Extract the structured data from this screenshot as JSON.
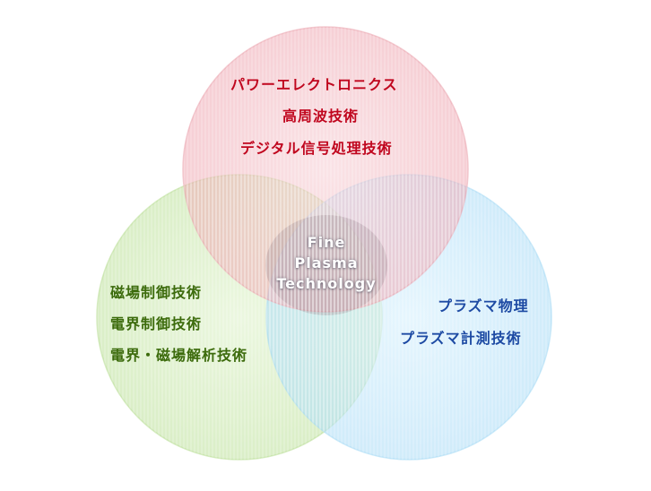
{
  "colors": {
    "red_circle": "#f2b8c0",
    "red_stroke": "#eaa0ab",
    "green_circle": "#cde9b2",
    "green_stroke": "#b6dc92",
    "blue_circle": "#bfe6fa",
    "blue_stroke": "#a2d8f4",
    "red_text": "#c0061e",
    "green_text": "#3c6b0c",
    "blue_text": "#1d4aa3",
    "center_text": "#ffffff"
  },
  "center": {
    "lines": [
      "Fine",
      "Plasma",
      "Technology"
    ]
  },
  "red": {
    "items": [
      "パワーエレクトロニクス",
      "高周波技術",
      "デジタル信号処理技術"
    ]
  },
  "green": {
    "items": [
      "磁場制御技術",
      "電界制御技術",
      "電界・磁場解析技術"
    ]
  },
  "blue": {
    "items": [
      "プラズマ物理",
      "プラズマ計測技術"
    ]
  }
}
